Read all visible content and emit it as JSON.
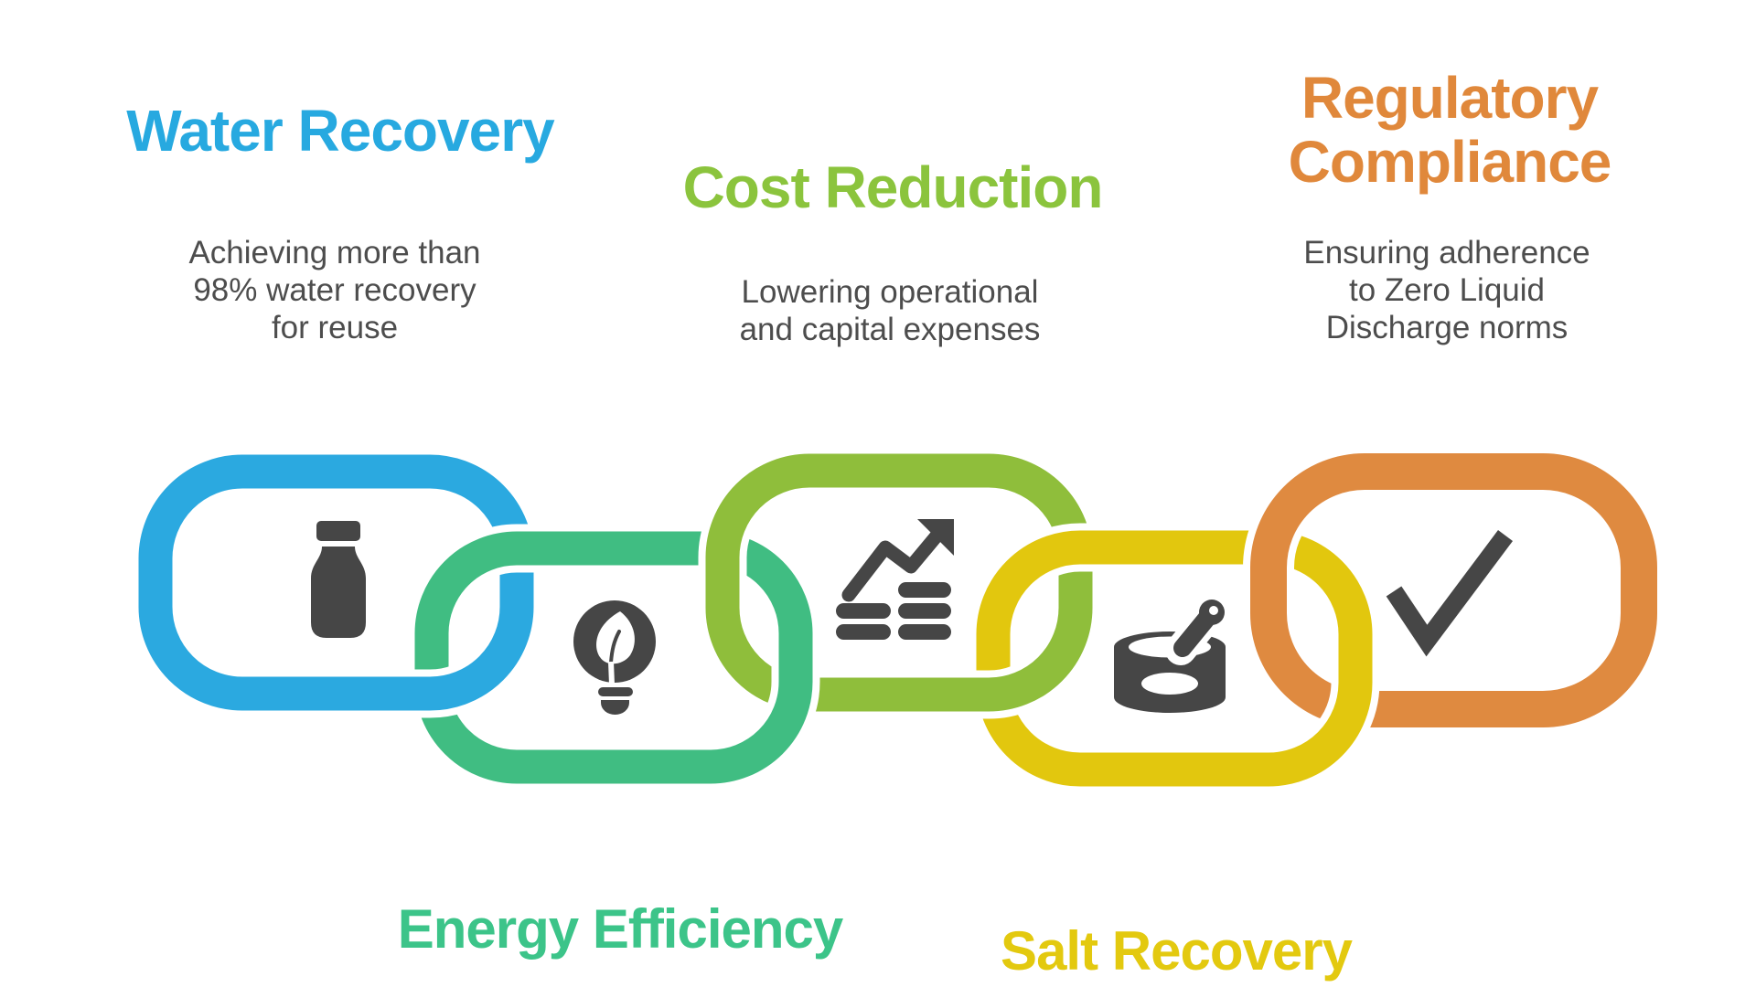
{
  "palette": {
    "background": "#FFFFFF",
    "icon_color": "#464646",
    "body_text": "#4D4D4D"
  },
  "benefits": [
    {
      "id": "water-recovery",
      "title": "Water Recovery",
      "title_color": "#27A9E0",
      "link_color": "#2BA9E0",
      "icon": "bottle-icon",
      "description": "Achieving more than\n98% water recovery\nfor reuse",
      "label_position": "top"
    },
    {
      "id": "energy-efficiency",
      "title": "Energy Efficiency",
      "title_color": "#3CC489",
      "link_color": "#40BD82",
      "icon": "eco-bulb-icon",
      "label_position": "bottom"
    },
    {
      "id": "cost-reduction",
      "title": "Cost Reduction",
      "title_color": "#8BC43D",
      "link_color": "#8FBE3B",
      "icon": "growth-chart-icon",
      "description": "Lowering operational\nand capital expenses",
      "label_position": "top"
    },
    {
      "id": "salt-recovery",
      "title": "Salt Recovery",
      "title_color": "#E3C90F",
      "link_color": "#E2C70E",
      "icon": "salt-can-icon",
      "label_position": "bottom"
    },
    {
      "id": "regulatory-compliance",
      "title": "Regulatory\nCompliance",
      "title_color": "#E0883B",
      "link_color": "#DF8A40",
      "icon": "checkmark-icon",
      "description": "Ensuring adherence\nto Zero Liquid\nDischarge norms",
      "label_position": "top"
    }
  ]
}
